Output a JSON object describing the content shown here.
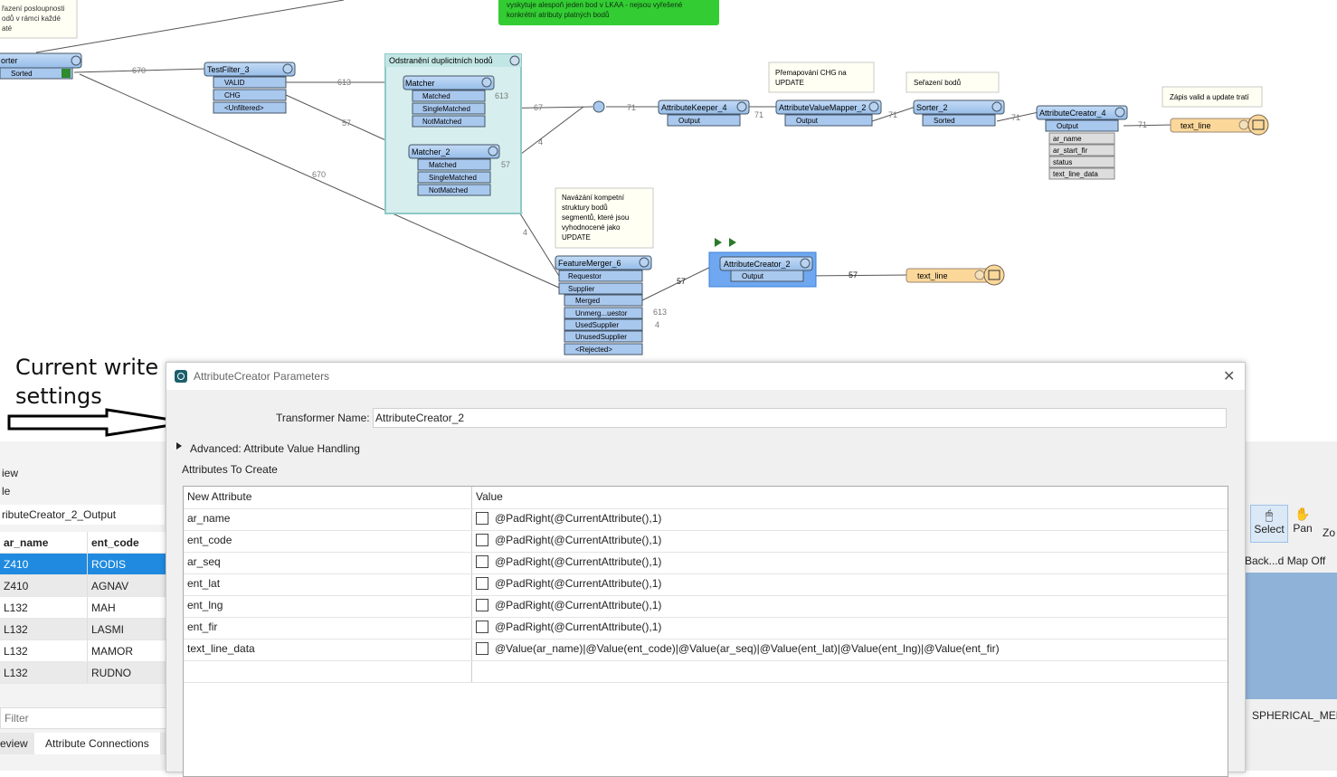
{
  "canvas": {
    "top_annotation_lines": [
      "řazení posloupnosti",
      "odů v rámci každé",
      "até"
    ],
    "green_annotation_lines": [
      "vyskytuje alespoň jeden bod v LKAA - nejsou vyřešené",
      "konkrétní atributy platných bodů"
    ],
    "annotations": {
      "chg": [
        "Přemapování CHG na",
        "UPDATE"
      ],
      "sort": "Seřazení bodů",
      "write": "Zápis valid a update tratí",
      "merge": [
        "Navázání kompetní",
        "struktury bodů",
        "segmentů, které jsou",
        "vyhodnocené jako",
        "UPDATE"
      ]
    },
    "group_title": "Odstranění duplicitních bodů",
    "nodes": {
      "sorter": {
        "name": "orter",
        "ports": [
          "Sorted"
        ]
      },
      "testfilter": {
        "name": "TestFilter_3",
        "ports": [
          "VALID",
          "CHG",
          "<Unfiltered>"
        ]
      },
      "matcher": {
        "name": "Matcher",
        "ports": [
          "Matched",
          "SingleMatched",
          "NotMatched"
        ]
      },
      "matcher2": {
        "name": "Matcher_2",
        "ports": [
          "Matched",
          "SingleMatched",
          "NotMatched"
        ]
      },
      "keeper": {
        "name": "AttributeKeeper_4",
        "ports": [
          "Output"
        ]
      },
      "mapper": {
        "name": "AttributeValueMapper_2",
        "ports": [
          "Output"
        ]
      },
      "sorter2": {
        "name": "Sorter_2",
        "ports": [
          "Sorted"
        ]
      },
      "creator4": {
        "name": "AttributeCreator_4",
        "ports": [
          "Output"
        ],
        "attrs": [
          "ar_name",
          "ar_start_fir",
          "status",
          "text_line_data"
        ]
      },
      "writer1": {
        "name": "text_line"
      },
      "merger": {
        "name": "FeatureMerger_6",
        "inputs": [
          "Requestor",
          "Supplier"
        ],
        "ports": [
          "Merged",
          "Unmerg...uestor",
          "UsedSupplier",
          "UnusedSupplier",
          "<Rejected>"
        ]
      },
      "creator2": {
        "name": "AttributeCreator_2",
        "ports": [
          "Output"
        ]
      },
      "writer2": {
        "name": "text_line"
      }
    },
    "counts": {
      "sorter_tf": "670",
      "tf_matcher": "613",
      "tf_m2": "57",
      "long": "670",
      "matched": "613",
      "single": "67",
      "m2_single": "57",
      "m2_to_junc": "4",
      "m2_down": "4",
      "junc_keeper": "71",
      "keeper_mapper": "71",
      "mapper_sorter": "71",
      "sorter_creator": "71",
      "creator_writer": "71",
      "merger_creator": "57",
      "creator2_writer": "57",
      "unmerged": "613",
      "used": "4"
    }
  },
  "overlay_note": {
    "line1": "Current write",
    "line2": "settings"
  },
  "left_panel": {
    "tab1": "iew",
    "tab2": "le",
    "feature_type": "ributeCreator_2_Output",
    "columns": [
      "ar_name",
      "ent_code"
    ],
    "rows": [
      [
        "Z410",
        "RODIS"
      ],
      [
        "Z410",
        "AGNAV"
      ],
      [
        "L132",
        "MAH"
      ],
      [
        "L132",
        "LASMI"
      ],
      [
        "L132",
        "MAMOR"
      ],
      [
        "L132",
        "RUDNO"
      ]
    ],
    "filter_placeholder": "Filter",
    "bottom_tabs": [
      "eview",
      "Attribute Connections"
    ]
  },
  "right_panel": {
    "select": "Select",
    "pan": "Pan",
    "zoom": "Zo",
    "basemap": "Back...d Map Off",
    "coord_sys": "SPHERICAL_MERC"
  },
  "dialog": {
    "title": "AttributeCreator Parameters",
    "transformer_label": "Transformer Name:",
    "transformer_value": "AttributeCreator_2",
    "advanced": "Advanced: Attribute Value Handling",
    "section": "Attributes To Create",
    "col_new": "New Attribute",
    "col_value": "Value",
    "rows": [
      {
        "name": "ar_name",
        "value": "@PadRight(@CurrentAttribute(),1)"
      },
      {
        "name": "ent_code",
        "value": "@PadRight(@CurrentAttribute(),1)"
      },
      {
        "name": "ar_seq",
        "value": "@PadRight(@CurrentAttribute(),1)"
      },
      {
        "name": "ent_lat",
        "value": "@PadRight(@CurrentAttribute(),1)"
      },
      {
        "name": "ent_lng",
        "value": "@PadRight(@CurrentAttribute(),1)"
      },
      {
        "name": "ent_fir",
        "value": "@PadRight(@CurrentAttribute(),1)"
      },
      {
        "name": "text_line_data",
        "value": "@Value(ar_name)|@Value(ent_code)|@Value(ar_seq)|@Value(ent_lat)|@Value(ent_lng)|@Value(ent_fir)"
      }
    ]
  },
  "colors": {
    "node": "#a9c8ee",
    "node_sel": "#6fa8f0",
    "writer": "#fbd89a",
    "group": "#d6efee",
    "note": "#fffff3",
    "green": "#33cc33",
    "selrow": "#1f8ae0"
  }
}
